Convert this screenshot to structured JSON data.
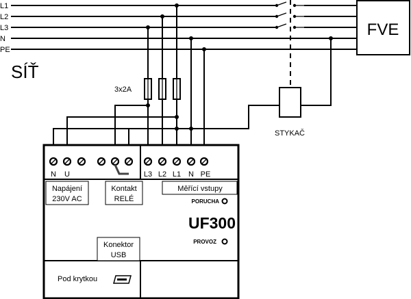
{
  "grid": {
    "label": "SÍŤ",
    "lines": [
      "L1",
      "L2",
      "L3",
      "N",
      "PE"
    ]
  },
  "fuse_label": "3x2A",
  "contactor_label": "STYKAČ",
  "pv": {
    "label": "FVE"
  },
  "device": {
    "model": "UF300",
    "left_terminals": [
      "N",
      "U"
    ],
    "right_terminals": [
      "L3",
      "L2",
      "L1",
      "N",
      "PE"
    ],
    "power_label": [
      "Napájení",
      "230V AC"
    ],
    "relay_label": [
      "Kontakt",
      "RELÉ"
    ],
    "inputs_label": "Měřící vstupy",
    "fault_label": "PORUCHA",
    "operation_label": "PROVOZ",
    "usb_label": [
      "Konektor",
      "USB"
    ],
    "cover_label": "Pod krytkou"
  }
}
